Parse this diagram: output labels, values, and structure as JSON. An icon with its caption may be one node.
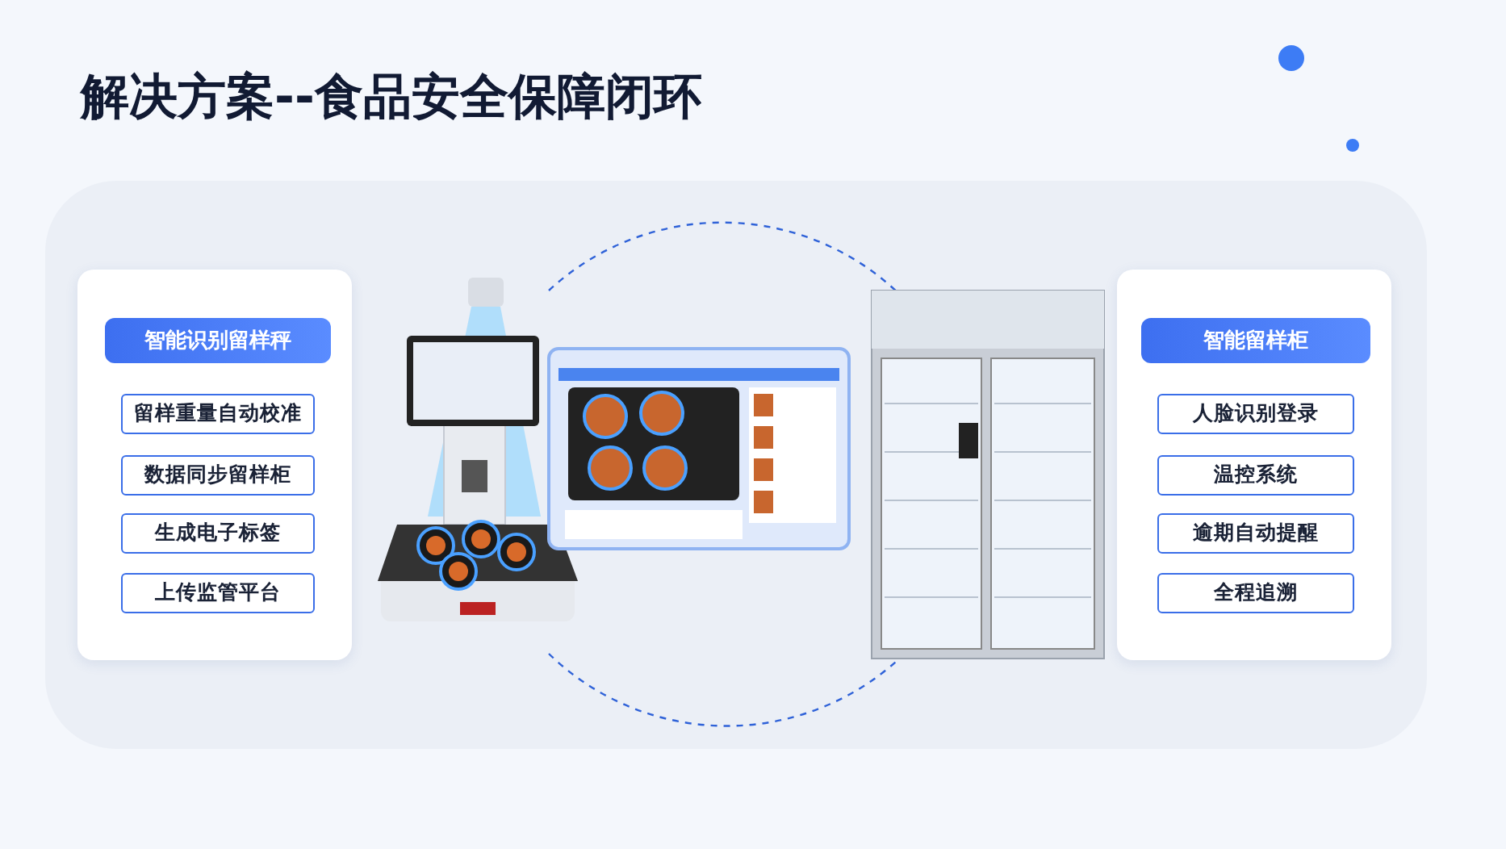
{
  "diagram": {
    "title": "解决方案--食品安全保障闭环",
    "nodes": [
      {
        "text": [],
        "shape": "box"
      },
      {
        "text": [
          "智能识别留样秤"
        ],
        "in": 0
      },
      {
        "text": [
          "留样重量自动校准"
        ],
        "in": 0
      },
      {
        "text": [
          "数据同步留样柜"
        ],
        "in": 0
      },
      {
        "text": [
          "生成电子标签"
        ],
        "in": 0
      },
      {
        "text": [
          "上传监管平台"
        ],
        "in": 0
      },
      {
        "text": [],
        "shape": "box"
      },
      {
        "text": [
          "智能留样柜"
        ],
        "in": 6
      },
      {
        "text": [
          "人脸识别登录"
        ],
        "in": 6
      },
      {
        "text": [
          "温控系统"
        ],
        "in": 6
      },
      {
        "text": [
          "逾期自动提醒"
        ],
        "in": 6
      },
      {
        "text": [
          "全程追溯"
        ],
        "in": 6
      }
    ],
    "edges": []
  }
}
